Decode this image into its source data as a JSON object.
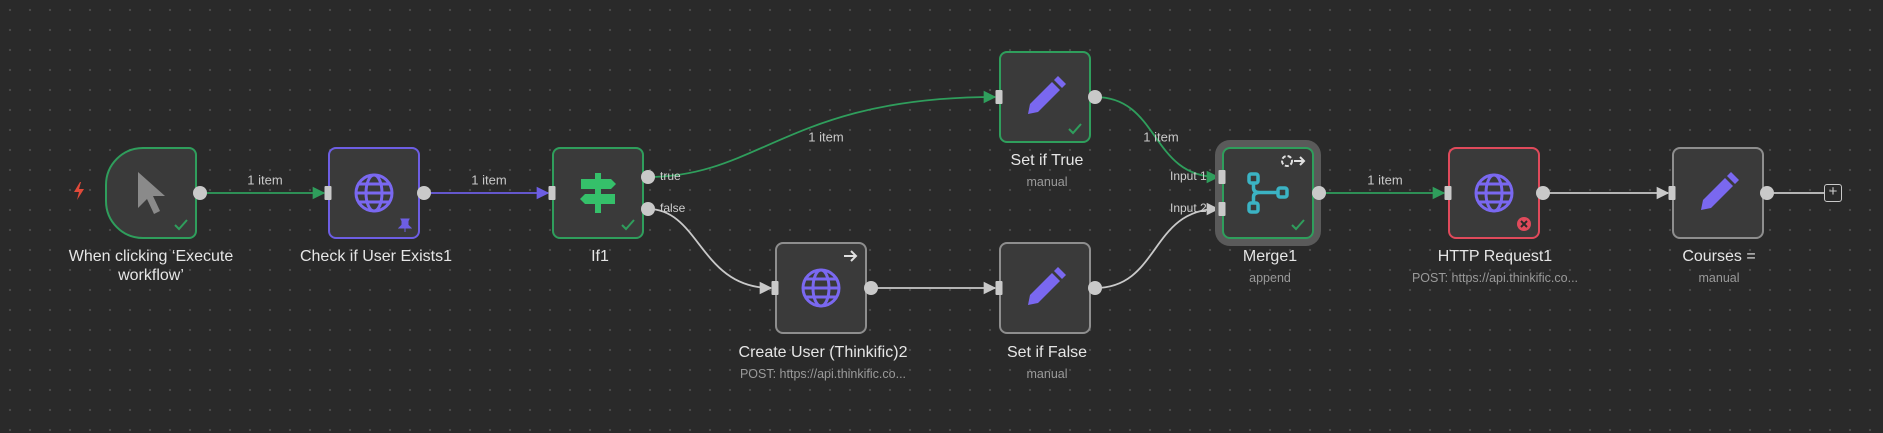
{
  "nodes": {
    "trigger": {
      "label": "When clicking ‘Execute workflow’"
    },
    "check_user": {
      "label": "Check if User Exists1"
    },
    "if1": {
      "label": "If1",
      "port_true": "true",
      "port_false": "false"
    },
    "set_true": {
      "label": "Set if True",
      "subtitle": "manual"
    },
    "create_user": {
      "label": "Create User (Thinkific)2",
      "subtitle": "POST: https://api.thinkific.co..."
    },
    "set_false": {
      "label": "Set if False",
      "subtitle": "manual"
    },
    "merge1": {
      "label": "Merge1",
      "subtitle": "append",
      "port_input1": "Input 1",
      "port_input2": "Input 2"
    },
    "http_request": {
      "label": "HTTP Request1",
      "subtitle": "POST: https://api.thinkific.co..."
    },
    "courses": {
      "label": "Courses =",
      "subtitle": "manual"
    }
  },
  "edge_labels": {
    "trigger_to_check": "1 item",
    "check_to_if": "1 item",
    "true_to_set_true": "1 item",
    "set_true_to_merge": "1 item",
    "merge_to_http": "1 item"
  },
  "add_node": "+",
  "colors": {
    "success": "#2f9e5c",
    "error": "#e04a5b",
    "http_icon": "#7a68f0",
    "if_icon": "#35c06a",
    "merge_icon": "#3bb3c4",
    "trigger_icon": "#8a8a8a",
    "edge_default": "#c9c9c9",
    "edge_pinned": "#6d5ee3"
  },
  "icons": {
    "trigger": "mouse-pointer-icon",
    "http": "globe-icon",
    "if": "signpost-icon",
    "set": "pencil-icon",
    "merge": "merge-branch-icon"
  }
}
